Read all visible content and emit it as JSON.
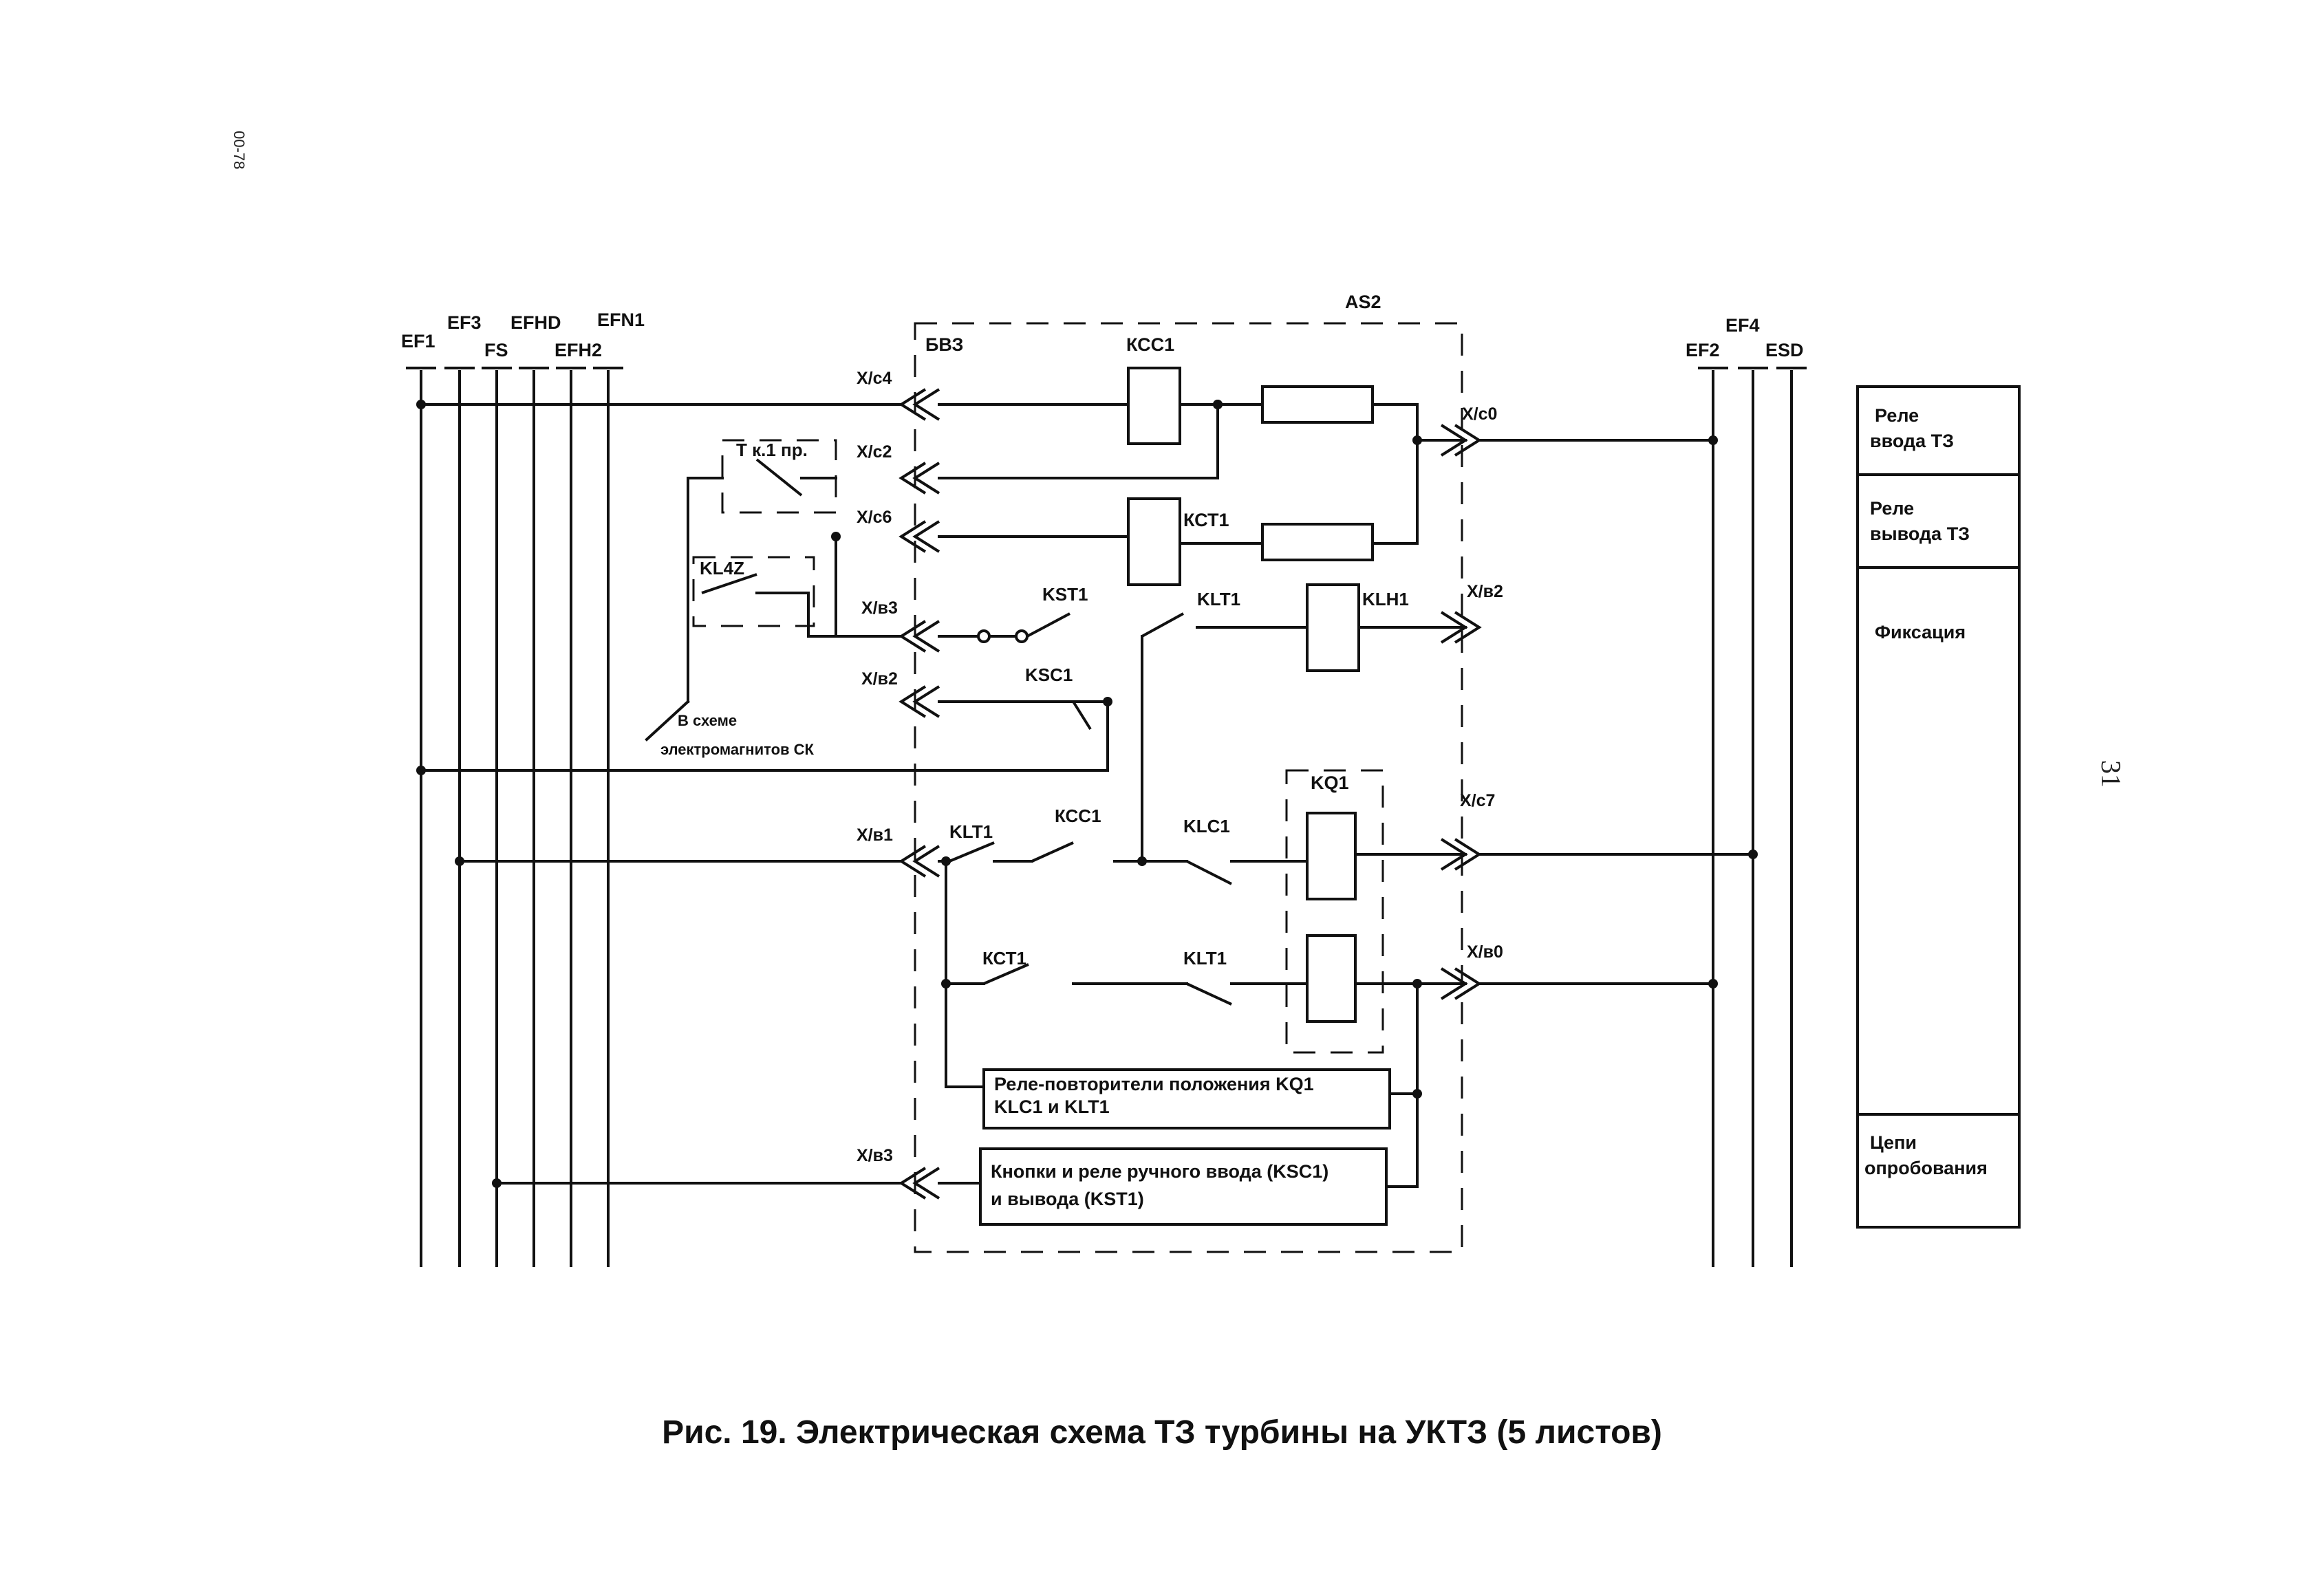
{
  "page": {
    "side_code": "00-78",
    "page_number": "31",
    "caption": "Рис. 19. Электрическая схема ТЗ турбины на УКТЗ (5 листов)"
  },
  "buses_left": [
    "EF1",
    "EF3",
    "FS",
    "EFHD",
    "EFH2",
    "EFN1"
  ],
  "buses_right": [
    "EF2",
    "EF4",
    "ESD"
  ],
  "block": {
    "outer": "AS2",
    "inner": "БВЗ"
  },
  "terminals_left": [
    "X/c4",
    "X/c2",
    "X/c6",
    "X/в3",
    "X/в2",
    "X/в1",
    "X/в3"
  ],
  "terminals_right": [
    "X/c0",
    "X/в2",
    "X/c7",
    "X/в0"
  ],
  "elements": {
    "kcc1_coil": "КСС1",
    "kct1_coil": "КСТ1",
    "t_k1": "Т к.1 пр.",
    "kl4z": "KL4Z",
    "kst1": "KST1",
    "klt1_top": "KLT1",
    "klh1": "KLH1",
    "ksc1": "KSC1",
    "note_line1": "В схеме",
    "note_line2": "электромагнитов СК",
    "kq1": "KQ1",
    "klt1_a": "KLT1",
    "kcc1_b": "КСС1",
    "klc1": "KLC1",
    "kct1_b": "КСТ1",
    "klt1_b": "KLT1"
  },
  "boxes": {
    "repeaters_line1": "Реле-повторители положения KQ1",
    "repeaters_line2": "KLC1  и  KLT1",
    "buttons_line1": "Кнопки и реле ручного ввода  (KSC1)",
    "buttons_line2": "и   вывода (KST1)"
  },
  "legend": {
    "row1_line1": "Реле",
    "row1_line2": "ввода ТЗ",
    "row2_line1": "Реле",
    "row2_line2": "вывода ТЗ",
    "row3": "Фиксация",
    "row4_line1": "Цепи",
    "row4_line2": "опробования"
  }
}
